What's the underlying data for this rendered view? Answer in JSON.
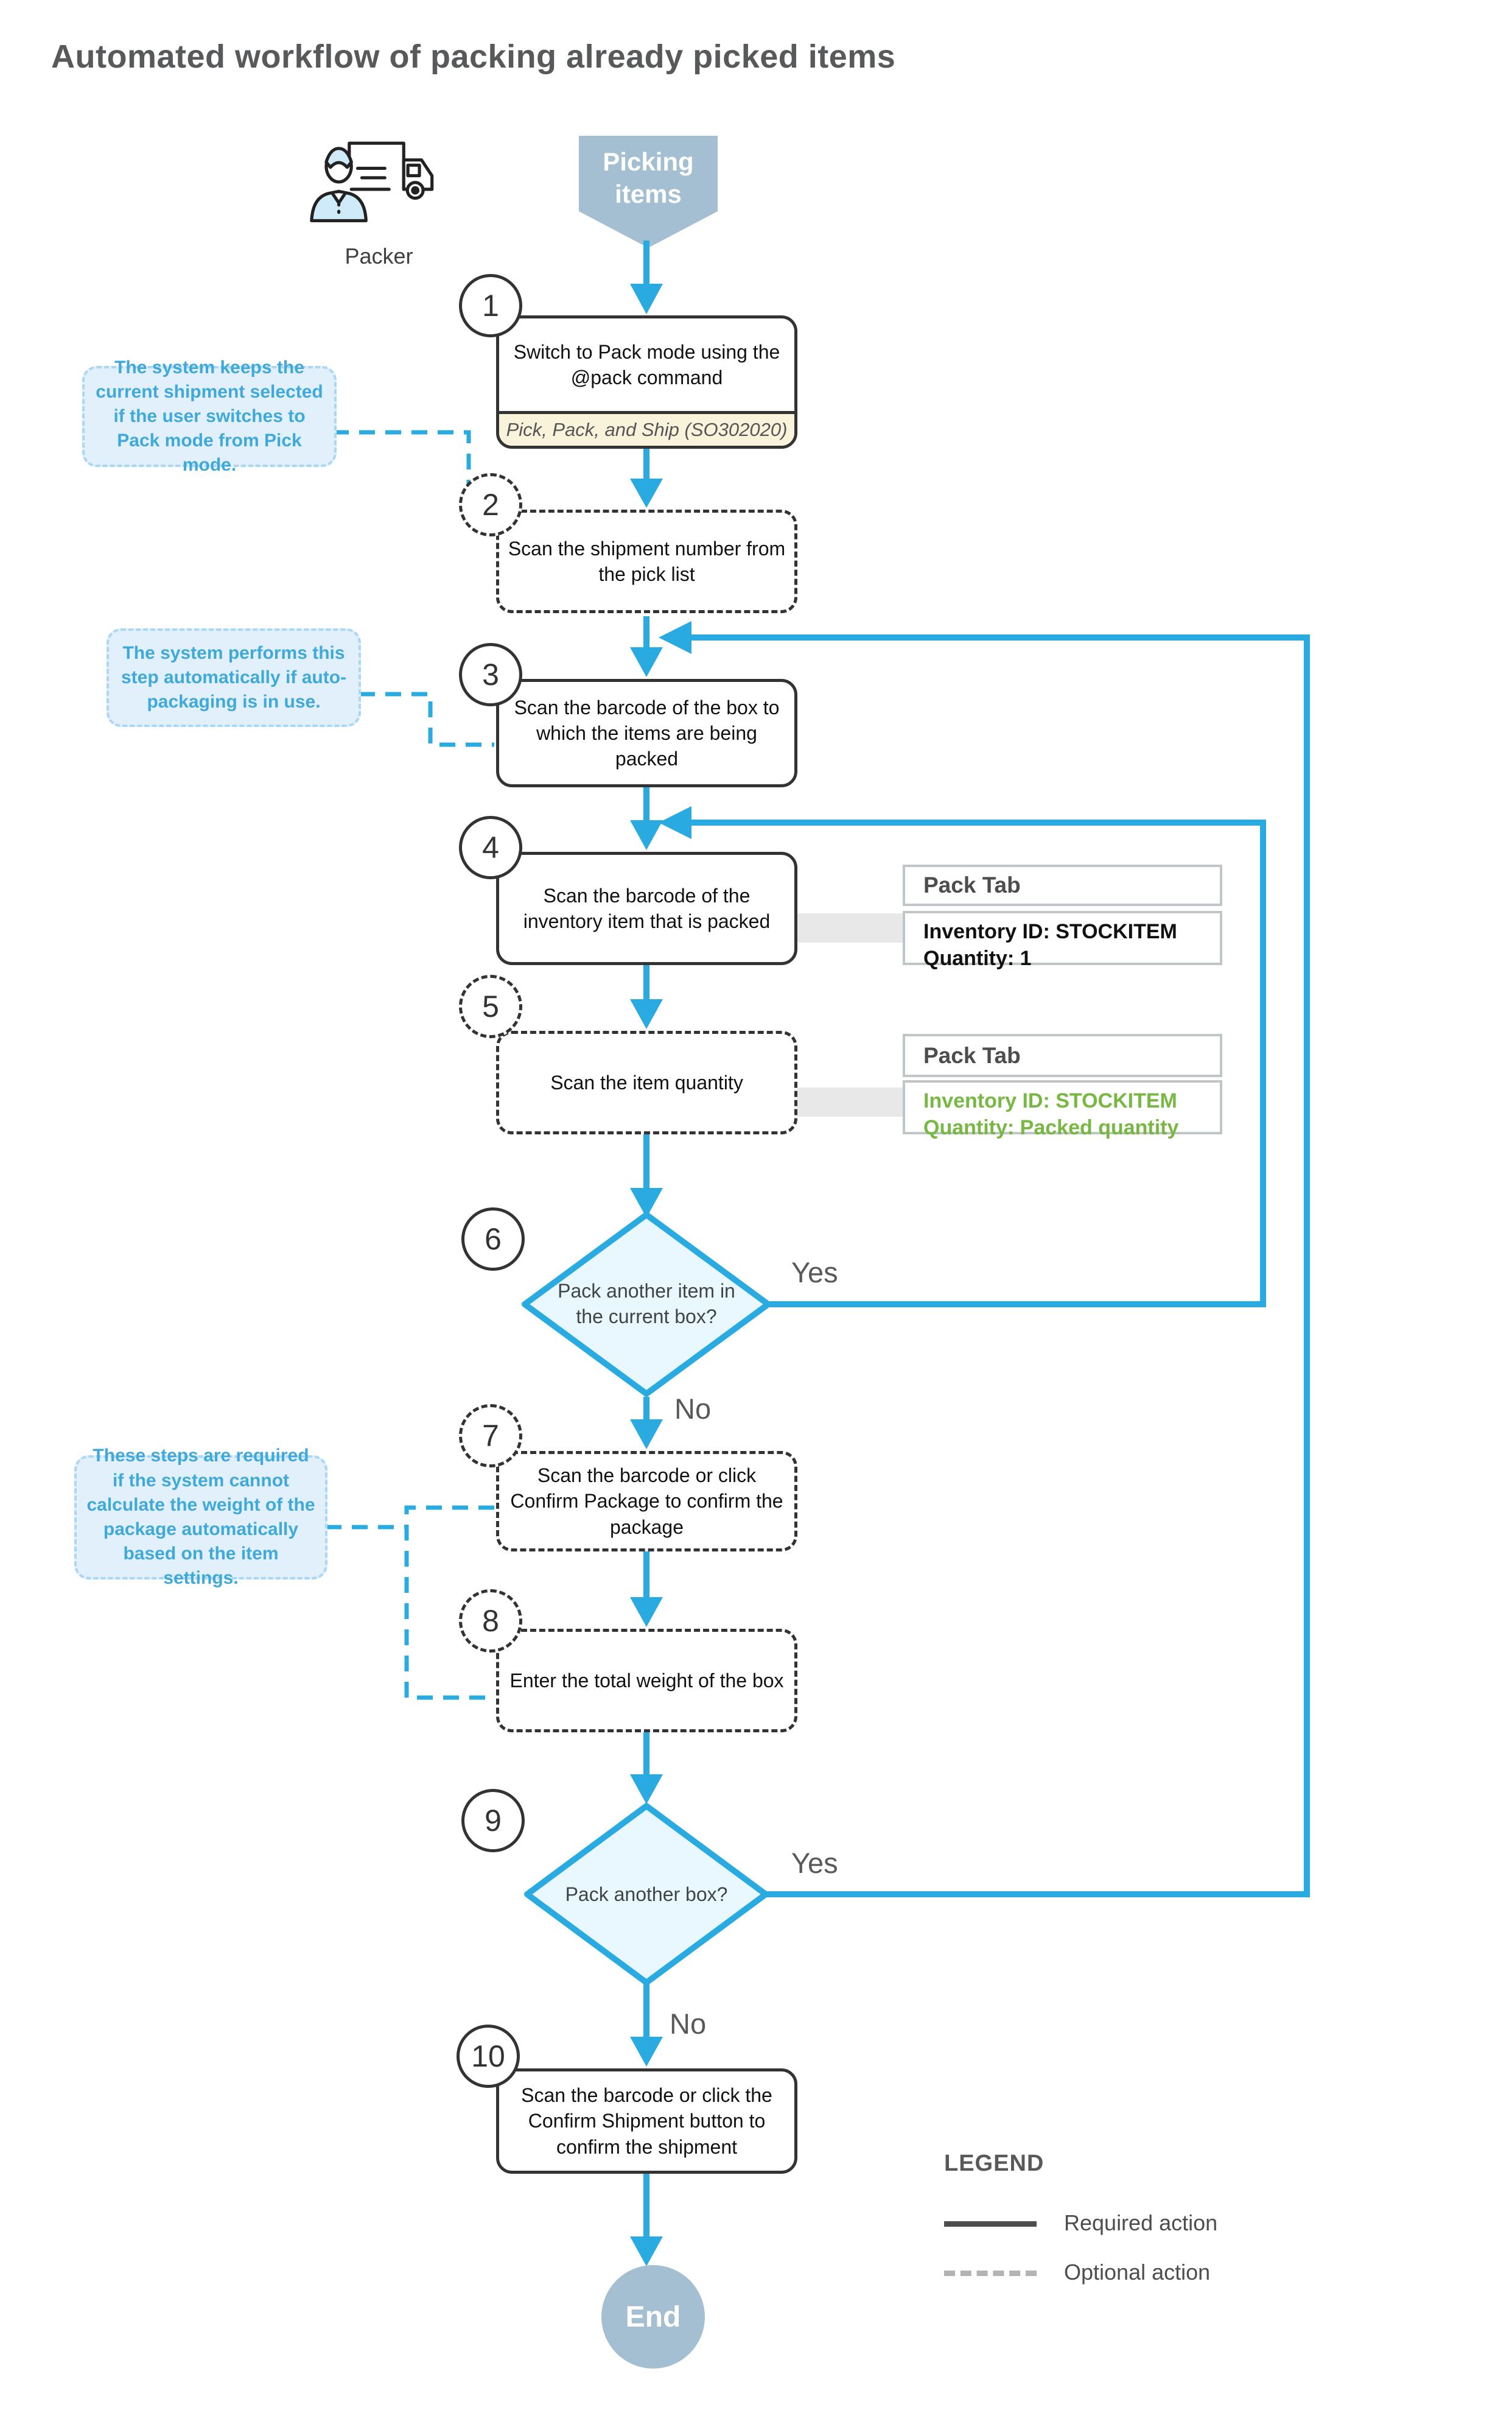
{
  "title": "Automated workflow of packing already picked items",
  "actor": {
    "label": "Packer",
    "icon": "packer-with-truck-icon"
  },
  "start": {
    "label": "Picking items",
    "shape": "banner-pentagon",
    "fill": "#a3bfd1"
  },
  "end": {
    "label": "End",
    "shape": "circle",
    "fill": "#a3bfd1"
  },
  "steps": [
    {
      "num": "1",
      "text": "Switch to Pack mode using the @pack command",
      "style": "required",
      "footnote": "Pick, Pack, and Ship (SO302020)"
    },
    {
      "num": "2",
      "text": "Scan the shipment number from the pick list",
      "style": "optional"
    },
    {
      "num": "3",
      "text": "Scan the barcode of the box to which the items are being packed",
      "style": "required"
    },
    {
      "num": "4",
      "text": "Scan the barcode of the inventory item that is packed",
      "style": "required"
    },
    {
      "num": "5",
      "text": "Scan the item quantity",
      "style": "optional"
    },
    {
      "num": "6",
      "text": "Pack another item in the current box?",
      "style": "decision"
    },
    {
      "num": "7",
      "text": "Scan the barcode or click Confirm Package to confirm the package",
      "style": "optional"
    },
    {
      "num": "8",
      "text": "Enter the total weight of the box",
      "style": "optional"
    },
    {
      "num": "9",
      "text": "Pack another box?",
      "style": "decision"
    },
    {
      "num": "10",
      "text": "Scan the barcode or click the Confirm Shipment button to confirm the shipment",
      "style": "required"
    }
  ],
  "branch_labels": {
    "yes": "Yes",
    "no": "No"
  },
  "callouts": [
    {
      "text": "The system keeps the current shipment selected if the user switches to Pack mode from Pick mode."
    },
    {
      "text": "The system performs this step automatically if auto-packaging is in use."
    },
    {
      "text": "These steps are required if the system cannot calculate the weight of the package automatically based on the item settings."
    }
  ],
  "pack_tabs": [
    {
      "header": "Pack Tab",
      "lines": [
        "Inventory ID: STOCKITEM",
        "Quantity: 1"
      ],
      "text_color": "#111111"
    },
    {
      "header": "Pack Tab",
      "lines": [
        "Inventory ID: STOCKITEM",
        "Quantity: Packed quantity"
      ],
      "text_color": "#77b843"
    }
  ],
  "legend": {
    "heading": "LEGEND",
    "required": "Required action",
    "optional": "Optional action"
  },
  "colors": {
    "flow_arrow": "#29abe2",
    "node_border": "#333333",
    "callout_bg": "#e1f0fa",
    "callout_text": "#3fa9dc",
    "decision_fill": "#e9f8fe",
    "banner_fill": "#a3bfd1",
    "footnote_bg": "#faf3dc",
    "pack_tab_border": "#c0c5c7",
    "pack_tab_green": "#77b843",
    "title_text": "#58595b"
  }
}
